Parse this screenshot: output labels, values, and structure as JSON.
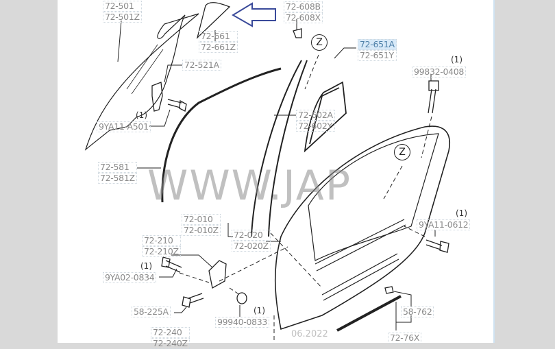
{
  "diagram": {
    "callouts": [
      {
        "id": "glass",
        "parts": [
          "72-501",
          "72-501Z"
        ]
      },
      {
        "id": "quarter-glass",
        "parts": [
          "72-661",
          "72-661Z"
        ]
      },
      {
        "id": "clip",
        "parts": [
          "72-608B",
          "72-608X"
        ]
      },
      {
        "id": "glass-bracket",
        "parts": [
          "72-521A"
        ]
      },
      {
        "id": "quarter-seal",
        "parts": [
          "72-651A",
          "72-651Y"
        ],
        "highlighted": "72-651A"
      },
      {
        "id": "bolt-top-right",
        "qty": "(1)",
        "parts": [
          "99832-0408"
        ]
      },
      {
        "id": "bracket-bolt",
        "qty": "(1)",
        "parts": [
          "9YA11-A501"
        ]
      },
      {
        "id": "channel",
        "parts": [
          "72-602A",
          "72-602Y"
        ]
      },
      {
        "id": "weatherstrip",
        "parts": [
          "72-581",
          "72-581Z"
        ]
      },
      {
        "id": "door-shell",
        "parts": [
          "72-010",
          "72-010Z"
        ]
      },
      {
        "id": "door-panel",
        "parts": [
          "72-020",
          "72-020Z"
        ]
      },
      {
        "id": "hinge",
        "parts": [
          "72-210",
          "72-210Z"
        ]
      },
      {
        "id": "hinge-bolt",
        "qty": "(1)",
        "parts": [
          "9YA02-0834"
        ]
      },
      {
        "id": "stud-bolt",
        "parts": [
          "58-225A"
        ]
      },
      {
        "id": "lower-hinge",
        "parts": [
          "72-240",
          "72-240Z"
        ]
      },
      {
        "id": "nut",
        "qty": "(1)",
        "parts": [
          "99940-0833"
        ]
      },
      {
        "id": "side-bolt",
        "qty": "(1)",
        "parts": [
          "9YA11-0612"
        ]
      },
      {
        "id": "molding-clip",
        "parts": [
          "58-762"
        ]
      },
      {
        "id": "molding",
        "parts": [
          "72-76X"
        ]
      }
    ],
    "detail_markers": [
      "Z",
      "Z"
    ],
    "watermark": "WWW.JAP",
    "date_stamp": "06.2022",
    "arrow_color": "#3a4a9a"
  }
}
